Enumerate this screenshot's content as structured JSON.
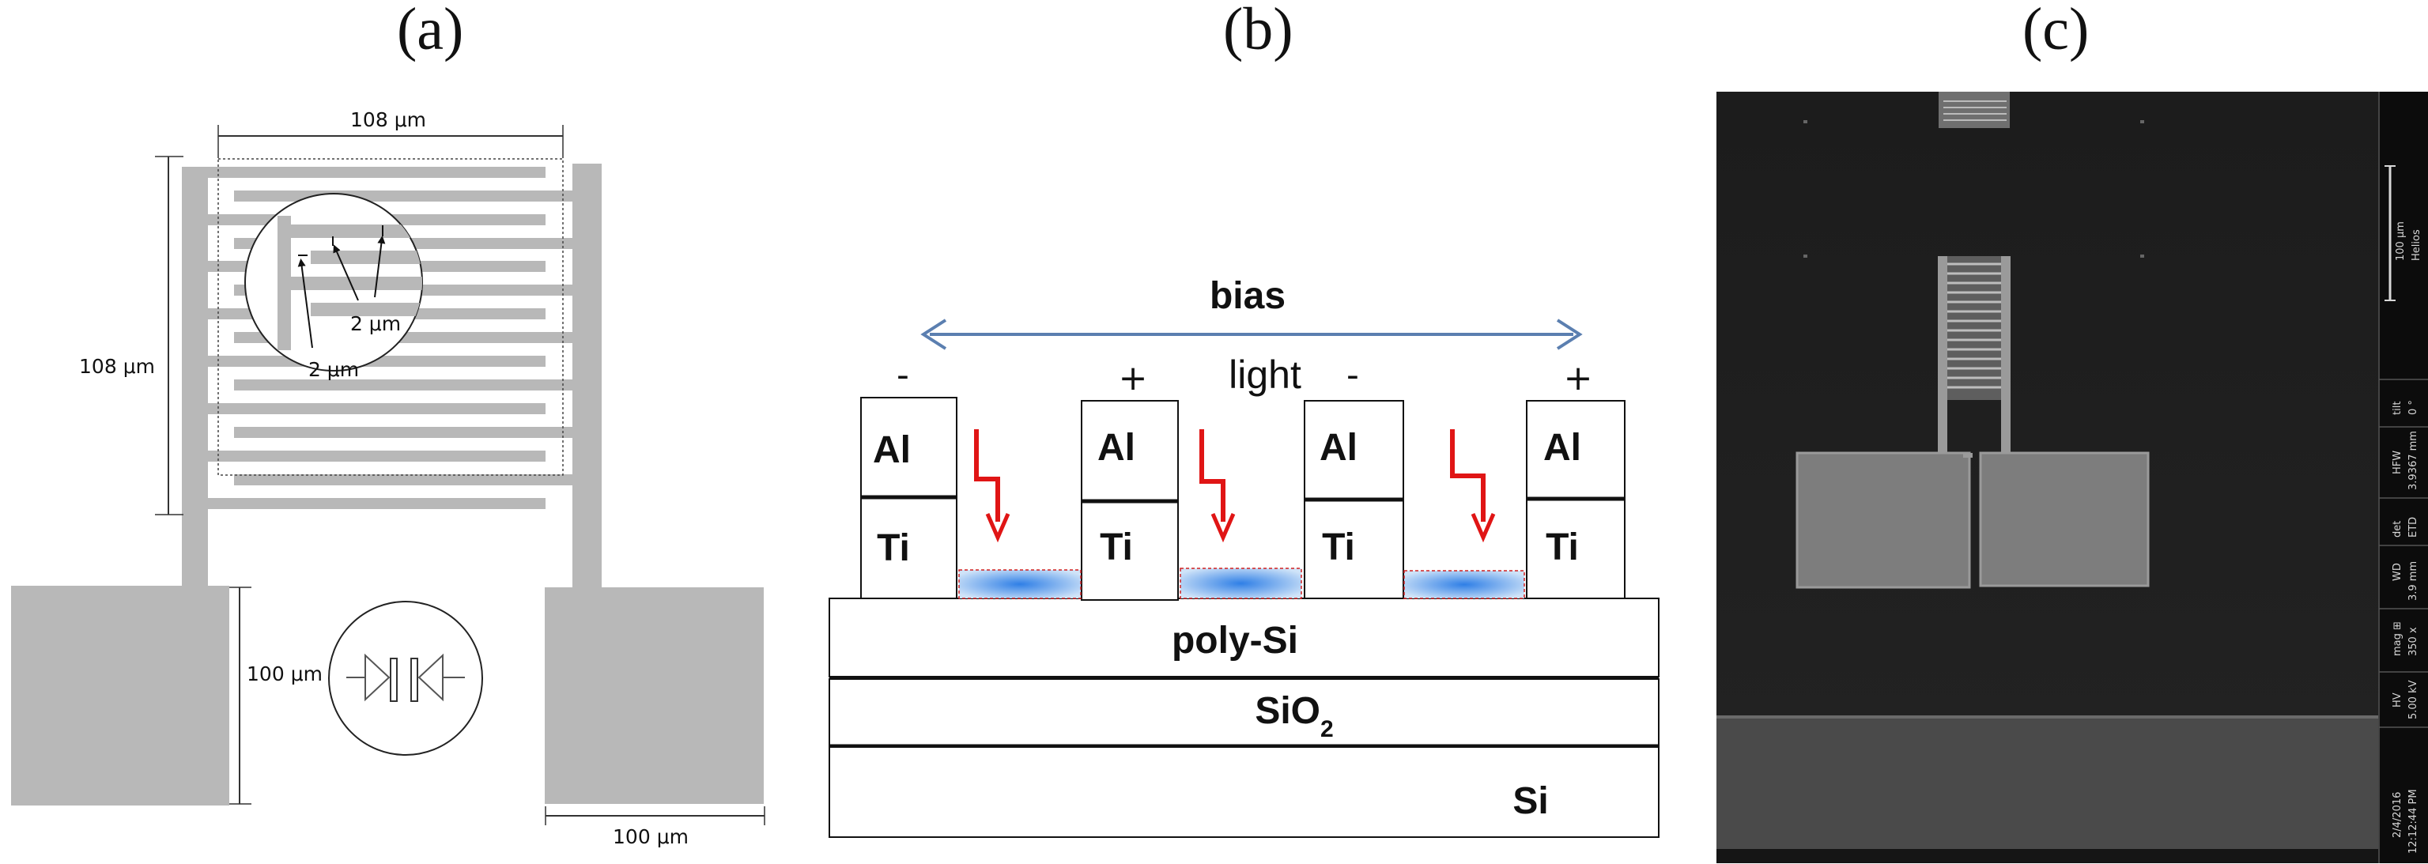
{
  "panels": {
    "a": "(a)",
    "b": "(b)",
    "c": "(c)"
  },
  "panel_a": {
    "dim_top": "108 μm",
    "dim_left": "108 μm",
    "dim_pad_height": "100 μm",
    "dim_pad_width": "100 μm",
    "gap_a": "2 μm",
    "gap_b": "2 μm"
  },
  "panel_b": {
    "bias": "bias",
    "light": "light",
    "signs": [
      "-",
      "+",
      "-",
      "+"
    ],
    "al": "Al",
    "ti": "Ti",
    "poly": "poly-Si",
    "sio2_base": "SiO",
    "sio2_sub": "2",
    "si": "Si"
  },
  "panel_c": {
    "info_labels": [
      "100 μm",
      "Helios",
      "tilt",
      "0 °",
      "HFW",
      "3.9367 mm",
      "det",
      "ETD",
      "WD",
      "3.9 mm",
      "mag ⊞",
      "350 x",
      "HV",
      "5.00 kV",
      "2/4/2016",
      "12:12:44 PM"
    ]
  },
  "colors": {
    "gray_metal": "#b8b8b8",
    "arrow_blue": "#5b7fb0",
    "light_red": "#e01515",
    "active_blue": "#4a8fe0"
  }
}
